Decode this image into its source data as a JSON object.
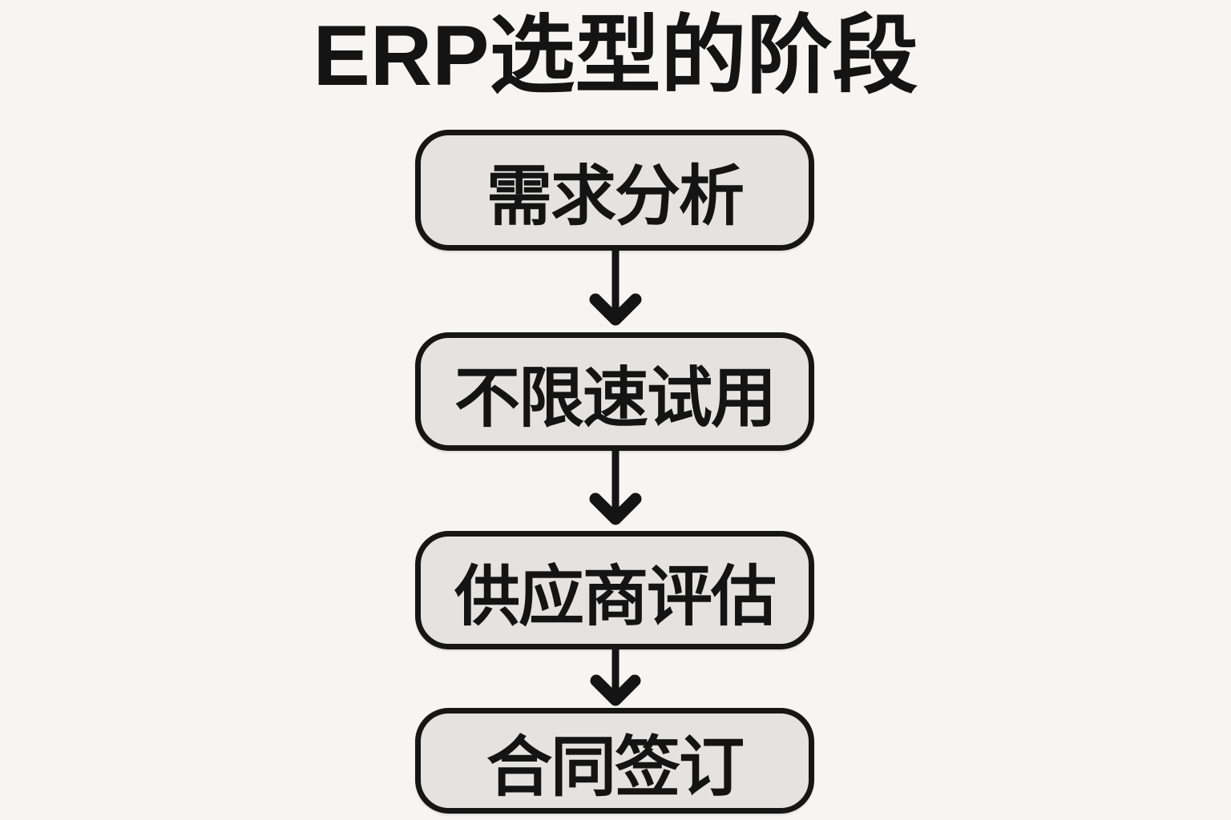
{
  "page": {
    "background_color": "#f6f5f3",
    "ink_color": "#141414",
    "box_fill_color": "#e4e3e1"
  },
  "title": "ERP选型的阶段",
  "flowchart": {
    "direction": "top-down",
    "connector_icon": "down-arrow-icon",
    "steps": [
      {
        "label": "需求分析"
      },
      {
        "label": "不限速试用"
      },
      {
        "label": "供应商评估"
      },
      {
        "label": "合同签订"
      }
    ]
  }
}
